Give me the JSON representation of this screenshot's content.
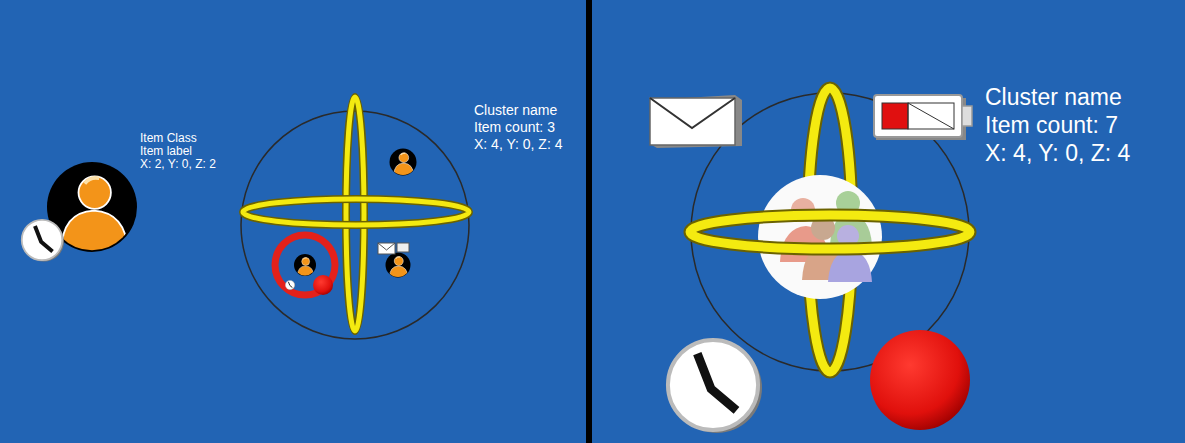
{
  "diagram": {
    "nodes": [
      {
        "text": [
          "Item Class",
          "Item label",
          "X: 2, Y: 0, Z: 2"
        ]
      },
      {
        "text": [
          "Cluster name",
          "Item count: 3",
          "X: 4, Y: 0, Z: 4"
        ]
      },
      {
        "text": [
          "Cluster name",
          "Item count: 7",
          "X: 4, Y: 0, Z: 4"
        ]
      }
    ]
  }
}
